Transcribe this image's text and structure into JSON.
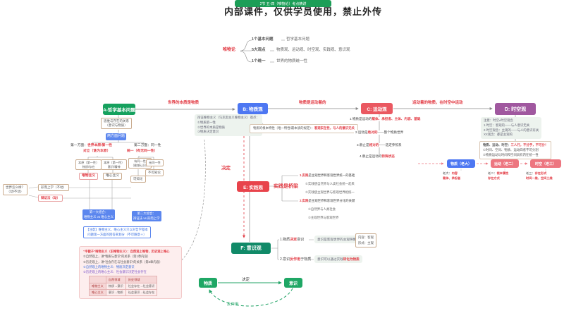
{
  "header": {
    "badge": "2节 五-四（唯物论）考点精讲",
    "title": "内部课件，仅供学员使用，禁止外传"
  },
  "overview": {
    "root": "唯物论",
    "b1k": "1个基本问题",
    "b1v": "哲学基本问题",
    "b2k": "5大观点",
    "b2v": "物质观、运动观、时空观、实践观、意识观",
    "b3k": "1个统一",
    "b3v": "世界的物质统一性"
  },
  "nodes": {
    "a": "A-哲学基本问题",
    "b": "B: 物质观",
    "c": "C: 运动观",
    "d": "D: 时空观",
    "e": "E: 实践观",
    "f": "F: 意识观",
    "trio_m": "物质（老大）",
    "trio_y": "运动（老二）",
    "trio_s": "时空（老三）",
    "matter": "物质",
    "mind": "意识"
  },
  "edges": {
    "ab": "世界的本质是物质",
    "bc": "物质是运动着的",
    "cd": "运动着的物质，在时空中运动",
    "decide": "决定",
    "bridge": "实践是桥梁",
    "bottom_decide": "决定",
    "bottom_react": "反作用"
  },
  "a_tree": {
    "rel1": "思维与存在的关系",
    "rel2": "（意识与物质）",
    "two": "两方面问题",
    "a1a": "第一方面：",
    "a1b": "世界本原/第一性",
    "a2": "第二方面：同一性",
    "opp": "对立（谁为本原）",
    "uni": "统一（有无同一性）",
    "om1": "本原（第一性）",
    "om2": "物质/存在",
    "oi1": "本原（第一性）",
    "oi2": "意识/精神",
    "hi1": "有同一性",
    "hi2": "（能够认识）",
    "ni": "无同一性",
    "mat": "唯物主义",
    "ide": "唯心主义",
    "kn": "可知论",
    "unk": "不可知论",
    "wh1": "世界怎么样？",
    "wh2": "（动/不动）",
    "meta": "形而上学（不动）",
    "dia": "辩证法（动）"
  },
  "combos": {
    "c1a": "第一大组合：",
    "c1b": "唯物主义 vs 唯心主义",
    "c2a": "第二大组合：",
    "c2b": "辩证法 vs 形而上学",
    "n1": "【注意】唯物主义、唯心主义只以对哲学基本",
    "n2": "问题第一方面的回答来划分（不可随意＋）"
  },
  "half": {
    "t1": "“半截子”唯物主义（旧唯物主义）：自然观上唯物，历史观上唯心",
    "t2": "①自然观上，讲“物质与意识”的关系（第1章内容）",
    "t3": "②历史观上，讲“社会存在与社会意识”的关系（第5章内容）",
    "t4": "①自然观上的唯物主义：物质决定意识",
    "t5": "②历史观上的唯心主义：社会意识决定社会存在",
    "th1": "自然领域",
    "th2": "历史领域",
    "r1l": "唯物主义",
    "r1a": "物质→意识",
    "r1b": "社会存在→社会意识",
    "r2l": "唯心主义",
    "r2a": "意识→物质",
    "r2b": "社会意识→社会存在"
  },
  "b_tree": {
    "n": [
      "辩证唯物主义（马克思主义唯物主义）观点：",
      "①物质第一性",
      "②世界的本质是物质",
      "③物质决定意识"
    ],
    "m1": "物质的根本特性（唯一特性/最本质的规定）：",
    "m2": "客观实在性，与人的意识无关"
  },
  "c_tree": {
    "c1a": "1.物质是运动的",
    "c1b": "载体、承担者、主体、内容、基础",
    "c2a": "2.运动是",
    "c2b": "绝对的",
    "c2c": "——整个物质世界",
    "c3a": "3.静止是",
    "c3b": "相对的",
    "c3c": "——选定参照系",
    "c4a": "4.静止是运动的",
    "c4b": "特殊状态"
  },
  "d_tree": {
    "n1": [
      "注意：时空≠时空观念",
      "1.时空：客观的——与人意识无关",
      "2.时空观念：主观的——与人的意识有关",
      "XX观念：都是主观的"
    ],
    "n2a": "物质、运动、时空：",
    "n2b": "三人行，不分手，不可分！",
    "n2c": "①时间、空间、物质、运动四者不可分割",
    "n2d": "②物质运动与时间和空间具有内在统一性",
    "sm": {
      "k": "老大：",
      "v": "内容",
      "v2": "载体、承担者"
    },
    "sy": {
      "k": "老二：",
      "v": "根本属性",
      "v2": "存在方式"
    },
    "ss": {
      "k": "老三：",
      "v": "存在形式",
      "v2": "时间一维、空间三维"
    }
  },
  "e_tree": {
    "e1a": "1.实践",
    "e1b": "是主观世界和客观世界统一的基础",
    "e2": "①实践使自然界与人类社会统一起来",
    "e3": "②实践使主观世界与客观世界相统一",
    "e4a": "2.实践",
    "e4b": "是主观世界和客观世界分化的关键",
    "e5": "①自然界与人类社会",
    "e6": "②主观世界与客观世界"
  },
  "f_tree": {
    "f1a": "1.物质",
    "f1b": "决定",
    "f1c": "意识",
    "note1": "意识是客观世界的主观映象",
    "box1": "内容：客观",
    "box2": "形式：主观",
    "f2a": "2.意识",
    "f2b": "反作用",
    "f2c": "于物质",
    "n2a": "意识可以通过实践",
    "n2b": "转化为物质"
  },
  "colors": {
    "node_green": "#16a15e",
    "node_blue": "#4d77f2",
    "node_red": "#ea5861",
    "node_purple": "#a0589f",
    "node_teal": "#118a68",
    "accent_red": "#e23b44",
    "accent_blue": "#3a6fe0",
    "accent_green": "#21a366",
    "chip_pink": "#ed7680"
  }
}
